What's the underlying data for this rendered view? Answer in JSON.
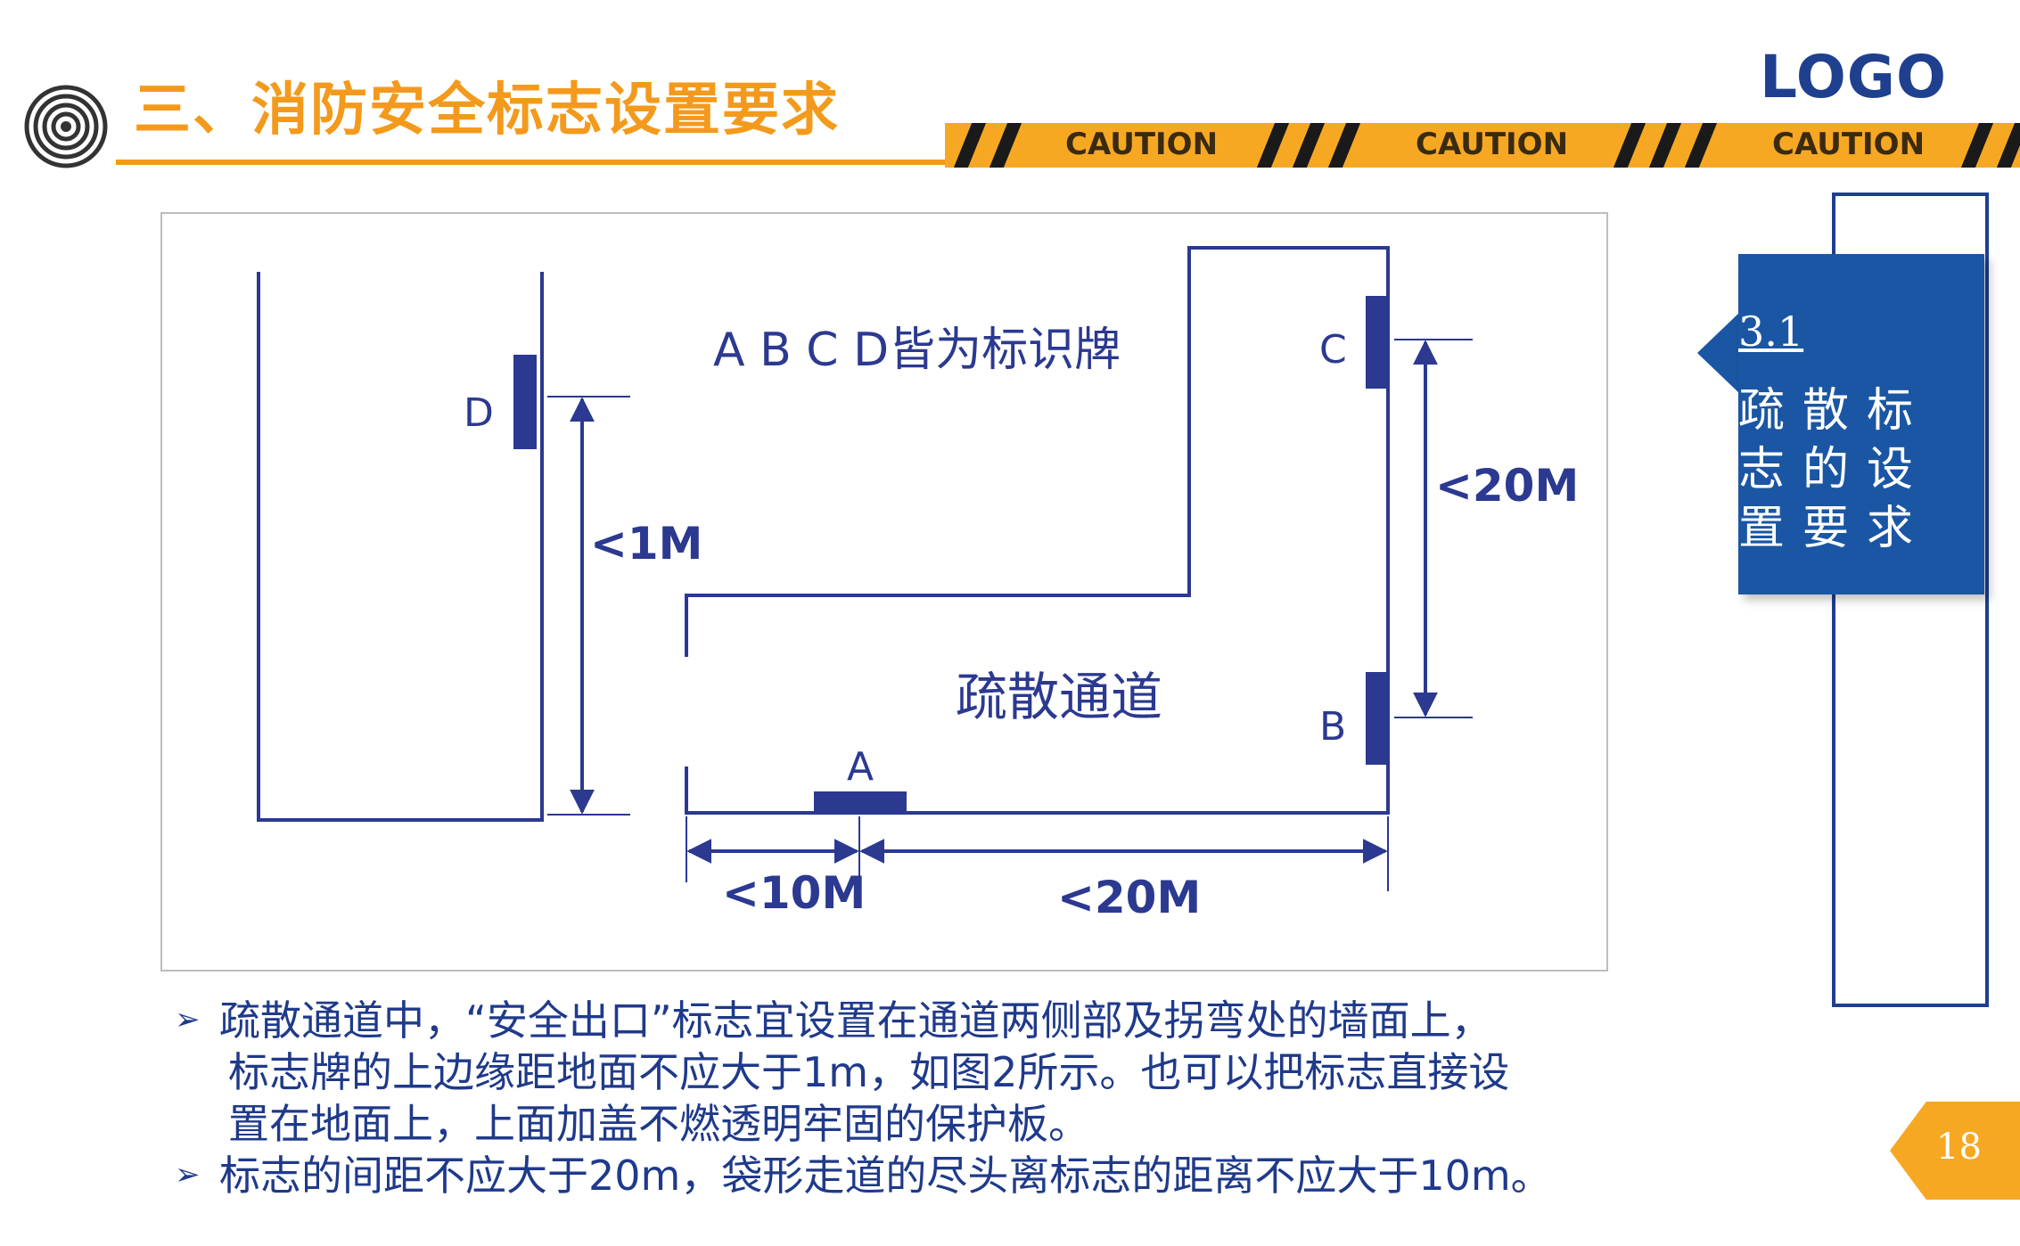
{
  "header": {
    "title": "三、消防安全标志设置要求",
    "logo": "LOGO",
    "caution_labels": [
      "CAUTION",
      "CAUTION",
      "CAUTION"
    ]
  },
  "diagram": {
    "caption_signs": "A B C D皆为标识牌",
    "corridor_label": "疏散通道",
    "label_A": "A",
    "label_B": "B",
    "label_C": "C",
    "label_D": "D",
    "dim_1m": "<1M",
    "dim_20m_vertical": "<20M",
    "dim_10m": "<10M",
    "dim_20m_horizontal": "<20M"
  },
  "bullets": [
    {
      "lines": [
        "疏散通道中，“安全出口”标志宜设置在通道两侧部及拐弯处的墙面上，",
        "标志牌的上边缘距地面不应大于1m，如图2所示。也可以把标志直接设",
        "置在地面上，上面加盖不燃透明牢固的保护板。"
      ]
    },
    {
      "lines": [
        "标志的间距不应大于20m，袋形走道的尽头离标志的距离不应大于10m。"
      ]
    }
  ],
  "side_panel": {
    "section_number": "3.1",
    "section_title": "疏散标志的设置要求"
  },
  "page_number": "18",
  "colors": {
    "accent_orange": "#F39A1C",
    "navy": "#1F3F8F",
    "panel_blue": "#1A56A3",
    "diagram_blue": "#2B3990"
  }
}
